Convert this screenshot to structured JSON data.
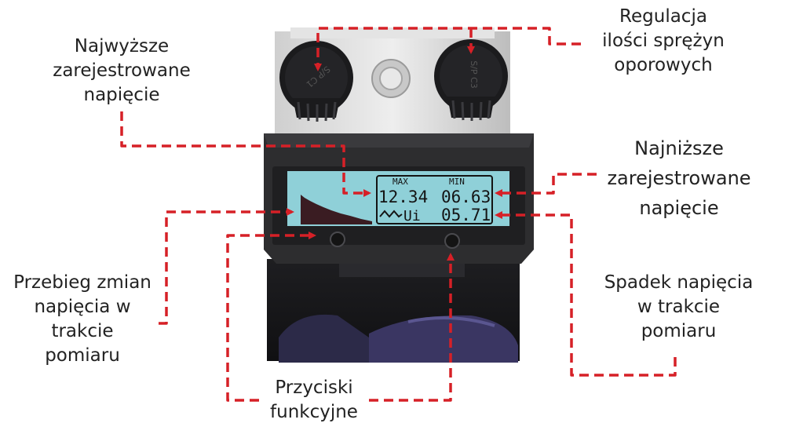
{
  "labels": {
    "max": "Najwyższe\nzarejestrowane\nnapięcie",
    "regulation": "Regulacja\nilości sprężyn\noporowych",
    "min": "Najniższe\nzarejestrowane\nnapięcie",
    "waveform": "Przebieg zmian\nnapięcia w\ntrakcie\npomiaru",
    "drop": "Spadek napięcia\nw trakcie\npomiaru",
    "buttons": "Przyciski\nfunkcyjne"
  },
  "display": {
    "max_header": "MAX",
    "min_header": "MIN",
    "max_value": "12.34",
    "min_value": "06.63",
    "drop_symbol": "Ui",
    "drop_value": "05.71"
  },
  "knobs": {
    "left_marking": "S/P C1",
    "right_marking": "S/P C3"
  },
  "colors": {
    "arrow": "#d62027",
    "housing": "#2d2d2f",
    "lcd_background": "#8fd0d8",
    "lcd_graph": "#3a1c22"
  }
}
